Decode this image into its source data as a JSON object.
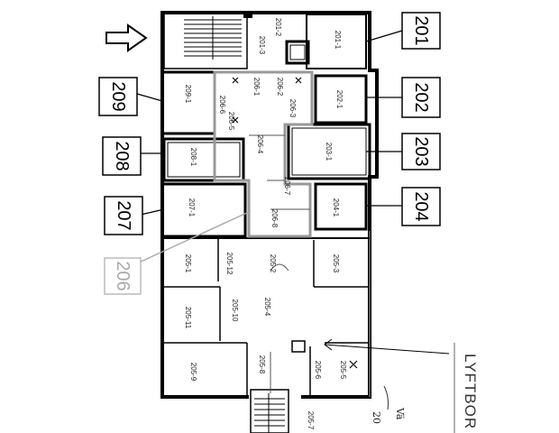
{
  "plan": {
    "zones": [
      {
        "id": "z201",
        "label": "201"
      },
      {
        "id": "z202",
        "label": "202"
      },
      {
        "id": "z203",
        "label": "203"
      },
      {
        "id": "z204",
        "label": "204"
      },
      {
        "id": "z206",
        "label": "206"
      },
      {
        "id": "z207",
        "label": "207"
      },
      {
        "id": "z208",
        "label": "208"
      },
      {
        "id": "z209",
        "label": "209"
      }
    ],
    "rooms": [
      {
        "id": "r201_1",
        "label": "201-1"
      },
      {
        "id": "r201_2",
        "label": "201-2"
      },
      {
        "id": "r201_3",
        "label": "201-3"
      },
      {
        "id": "r202_1",
        "label": "202-1"
      },
      {
        "id": "r203_1",
        "label": "203-1"
      },
      {
        "id": "r204_1",
        "label": "204-1"
      },
      {
        "id": "r205_1",
        "label": "205-1"
      },
      {
        "id": "r205_2",
        "label": "205-2"
      },
      {
        "id": "r205_3",
        "label": "205-3"
      },
      {
        "id": "r205_4",
        "label": "205-4"
      },
      {
        "id": "r205_5",
        "label": "205-5"
      },
      {
        "id": "r205_6",
        "label": "205-6"
      },
      {
        "id": "r205_7",
        "label": "205-7"
      },
      {
        "id": "r205_8",
        "label": "205-8"
      },
      {
        "id": "r205_9",
        "label": "205-9"
      },
      {
        "id": "r205_10",
        "label": "205-10"
      },
      {
        "id": "r205_11",
        "label": "205-11"
      },
      {
        "id": "r205_12",
        "label": "205-12"
      },
      {
        "id": "r206_1",
        "label": "206-1"
      },
      {
        "id": "r206_2",
        "label": "206-2"
      },
      {
        "id": "r206_3",
        "label": "206-3"
      },
      {
        "id": "r206_4",
        "label": "206-4"
      },
      {
        "id": "r206_5",
        "label": "206-5"
      },
      {
        "id": "r206_6",
        "label": "206-6"
      },
      {
        "id": "r206_7",
        "label": "206-7"
      },
      {
        "id": "r206_8",
        "label": "206-8"
      },
      {
        "id": "r207_1",
        "label": "207-1"
      },
      {
        "id": "r208_1",
        "label": "208-1"
      },
      {
        "id": "r209_1",
        "label": "209-1"
      }
    ],
    "side_text": "LYFTBOR",
    "handwritten": [
      "Vä",
      "20"
    ]
  }
}
